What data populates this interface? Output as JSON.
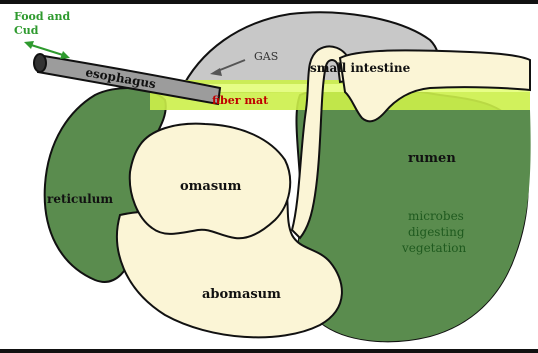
{
  "labels": {
    "food_and_cud_line1": "Food and",
    "food_and_cud_line2": "Cud",
    "esophagus": "esophagus",
    "gas": "GAS",
    "small_intestine": "small intestine",
    "fiber_mat": "fiber mat",
    "rumen": "rumen",
    "reticulum": "reticulum",
    "omasum": "omasum",
    "microbes_line1": "microbes",
    "microbes_line2": "digesting",
    "microbes_line3": "vegetation",
    "abomasum": "abomasum"
  },
  "colors": {
    "rumen_green": "#5a8c4e",
    "dark_green": "#3f7a38",
    "pale_cream": "#fbf5d6",
    "gas_grey": "#c8c8c8",
    "fiber_mat_yellow": "#ccf04a",
    "food_label_green": "#2e9a2e",
    "outline": "#111111"
  },
  "icons": {
    "flow_arrow": "double-headed-arrow",
    "gas_arrow": "gas-arrow"
  }
}
